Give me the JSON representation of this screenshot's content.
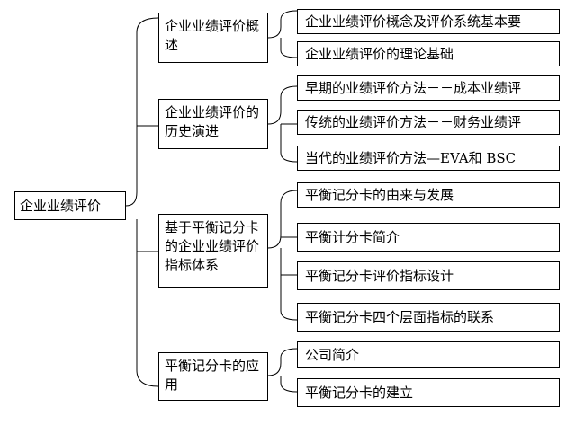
{
  "root": {
    "label": "企业业绩评价"
  },
  "branches": [
    {
      "label": "企业业绩评价概述",
      "children": [
        "企业业绩评价概念及评价系统基本要",
        "企业业绩评价的理论基础"
      ]
    },
    {
      "label": "企业业绩评价的历史演进",
      "children": [
        "早期的业绩评价方法－－成本业绩评",
        "传统的业绩评价方法－－财务业绩评",
        "当代的业绩评价方法—EVA和 BSC"
      ]
    },
    {
      "label": "基于平衡记分卡的企业业绩评价指标体系",
      "children": [
        "平衡记分卡的由来与发展",
        "平衡计分卡简介",
        "平衡记分卡评价指标设计",
        "平衡记分卡四个层面指标的联系"
      ]
    },
    {
      "label": "平衡记分卡的应用",
      "children": [
        "公司简介",
        "平衡记分卡的建立"
      ]
    }
  ]
}
